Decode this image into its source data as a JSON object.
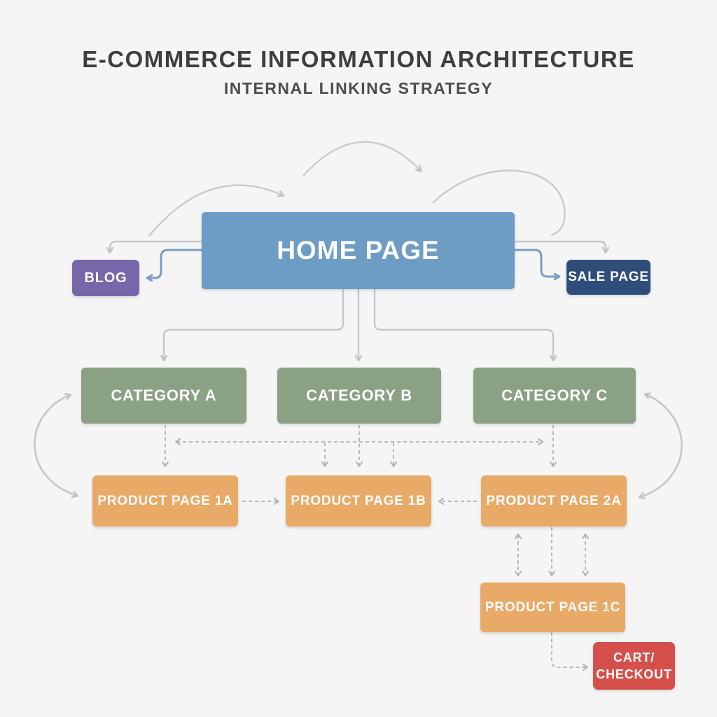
{
  "header": {
    "title": "E-COMMERCE INFORMATION ARCHITECTURE",
    "subtitle": "INTERNAL LINKING STRATEGY"
  },
  "nodes": {
    "home": {
      "label": "HOME PAGE",
      "color": "#6d9cc4"
    },
    "blog": {
      "label": "BLOG",
      "color": "#7766aa"
    },
    "sale": {
      "label": "SALE PAGE",
      "color": "#2e4d7b"
    },
    "cat_a": {
      "label": "CATEGORY A",
      "color": "#8ba184"
    },
    "cat_b": {
      "label": "CATEGORY B",
      "color": "#8ba184"
    },
    "cat_c": {
      "label": "CATEGORY C",
      "color": "#8ba184"
    },
    "prod_1a": {
      "label": "PRODUCT PAGE 1A",
      "color": "#e9a967"
    },
    "prod_1b": {
      "label": "PRODUCT PAGE 1B",
      "color": "#e9a967"
    },
    "prod_2a": {
      "label": "PRODUCT PAGE 2A",
      "color": "#e9a967"
    },
    "prod_1c": {
      "label": "PRODUCT PAGE 1C",
      "color": "#e9a967"
    },
    "cart": {
      "label": "CART/\nCHECKOUT",
      "color": "#d6504b"
    }
  },
  "arrow_colors": {
    "solid_gray": "#c5c6c6",
    "solid_blue": "#7b9ec2",
    "dashed_gray": "#b7b8b8"
  },
  "links": {
    "solid": [
      "home -> blog",
      "home -> sale",
      "home -> cat_a",
      "home -> cat_b",
      "home -> cat_c",
      "cat_a <-> prod_1a (side arc)",
      "cat_c <-> prod_2a (side arc)",
      "top arcs over home page"
    ],
    "dashed": [
      "cat_a <-> cat_c (cross link)",
      "cat_a -> prod_1a",
      "cat_b -> prod_1b",
      "cat_c -> prod_2a",
      "prod_1a -> prod_1b",
      "prod_2a -> prod_1b",
      "prod_2a <-> prod_1c",
      "prod_1c -> cart"
    ]
  }
}
